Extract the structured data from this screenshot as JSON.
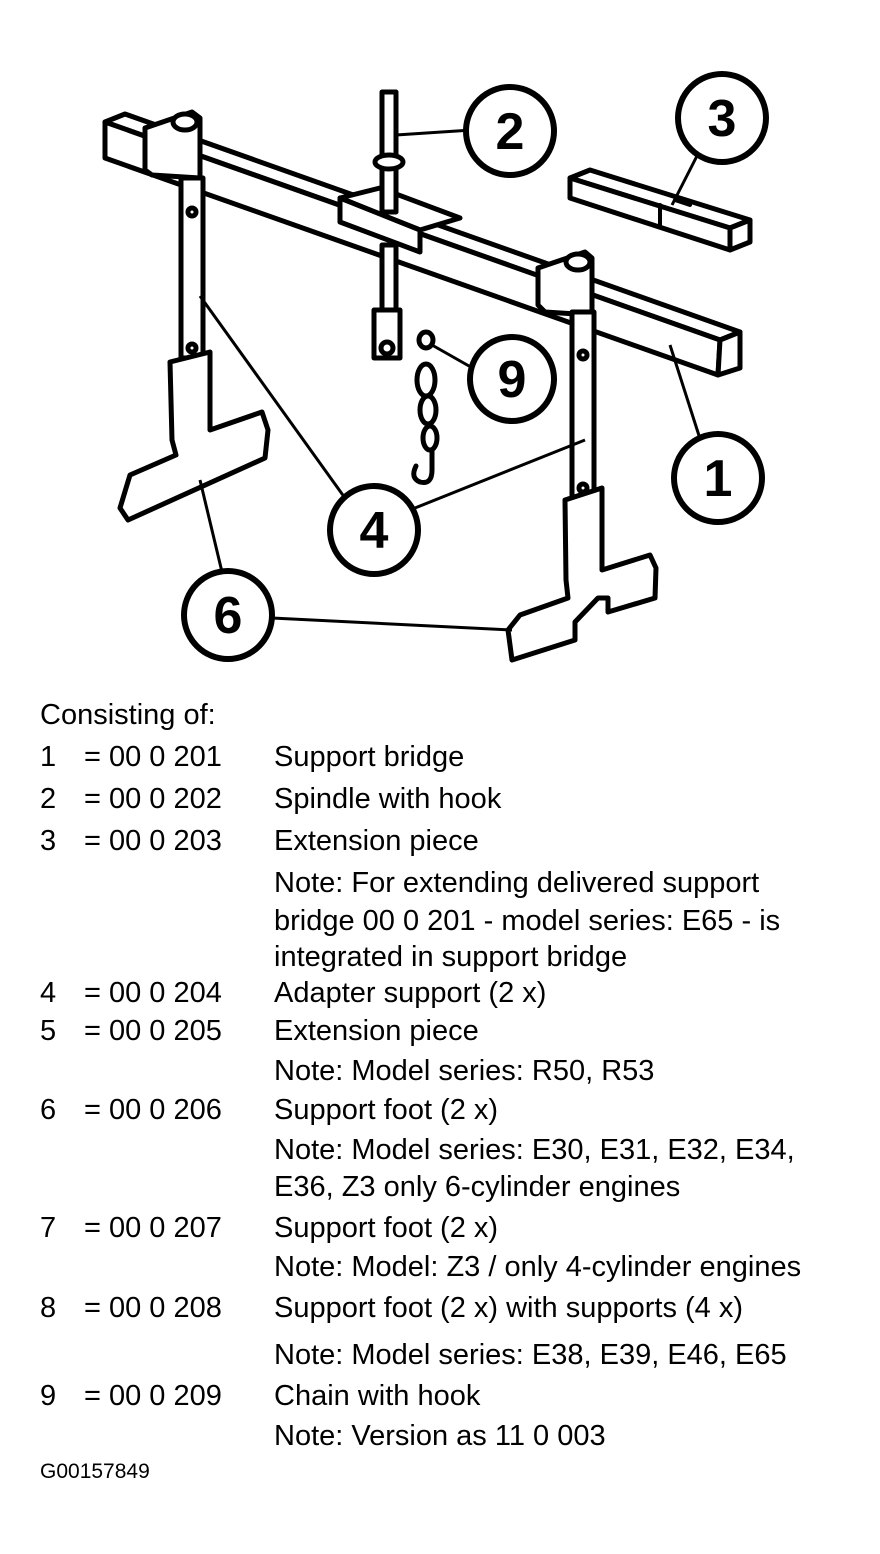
{
  "diagram": {
    "callouts": [
      "1",
      "2",
      "3",
      "4",
      "6",
      "9"
    ]
  },
  "legend": {
    "heading": "Consisting of:",
    "items": [
      {
        "num": "1",
        "code": "= 00 0 201",
        "desc": "Support bridge",
        "notes": []
      },
      {
        "num": "2",
        "code": "= 00 0 202",
        "desc": "Spindle with hook",
        "notes": []
      },
      {
        "num": "3",
        "code": "= 00 0 203",
        "desc": "Extension piece",
        "notes": [
          "Note: For extending delivered support",
          "bridge 00 0 201 - model series: E65 - is",
          "integrated in support bridge"
        ]
      },
      {
        "num": "4",
        "code": "= 00 0 204",
        "desc": "Adapter support (2 x)",
        "notes": []
      },
      {
        "num": "5",
        "code": "= 00 0 205",
        "desc": "Extension piece",
        "notes": [
          "Note: Model series: R50, R53"
        ]
      },
      {
        "num": "6",
        "code": "= 00 0 206",
        "desc": "Support foot (2 x)",
        "notes": [
          "Note: Model series: E30, E31, E32, E34,",
          "E36, Z3 only 6-cylinder engines"
        ]
      },
      {
        "num": "7",
        "code": "= 00 0 207",
        "desc": "Support foot (2 x)",
        "notes": [
          "Note: Model: Z3 / only 4-cylinder engines"
        ]
      },
      {
        "num": "8",
        "code": "= 00 0 208",
        "desc": "Support foot (2 x) with supports (4 x)",
        "notes": [
          "Note: Model series: E38, E39, E46, E65"
        ]
      },
      {
        "num": "9",
        "code": "= 00 0 209",
        "desc": "Chain with hook",
        "notes": [
          "Note: Version as 11 0 003"
        ]
      }
    ]
  },
  "caption": "G00157849"
}
